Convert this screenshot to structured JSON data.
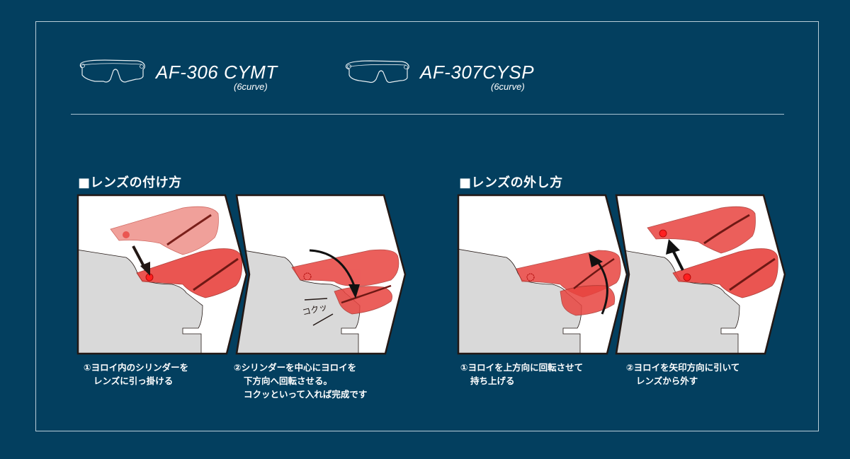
{
  "models": [
    {
      "name": "AF-306 CYMT",
      "curve": "(6curve)",
      "icon": "sunglasses-outline-icon"
    },
    {
      "name": "AF-307CYSP",
      "curve": "(6curve)",
      "icon": "sunglasses-outline-icon"
    }
  ],
  "sections": [
    {
      "title": "■レンズの付け方",
      "steps": [
        {
          "lines": [
            "①ヨロイ内のシリンダーを",
            "レンズに引っ掛ける"
          ]
        },
        {
          "lines": [
            "②シリンダーを中心にヨロイを",
            "下方向へ回転させる。",
            "コクッといって入れば完成です"
          ],
          "sound_label": "コクッ"
        }
      ]
    },
    {
      "title": "■レンズの外し方",
      "steps": [
        {
          "lines": [
            "①ヨロイを上方向に回転させて",
            "持ち上げる"
          ]
        },
        {
          "lines": [
            "②ヨロイを矢印方向に引いて",
            "レンズから外す"
          ]
        }
      ]
    }
  ],
  "colors": {
    "background": "#033f5f",
    "frame": "#b9cdd8",
    "lens_red": "#e8433f",
    "lens_light": "#f0a09a",
    "face_grey": "#d9d9d9",
    "panel_bg": "#ffffff",
    "outline": "#231815"
  }
}
